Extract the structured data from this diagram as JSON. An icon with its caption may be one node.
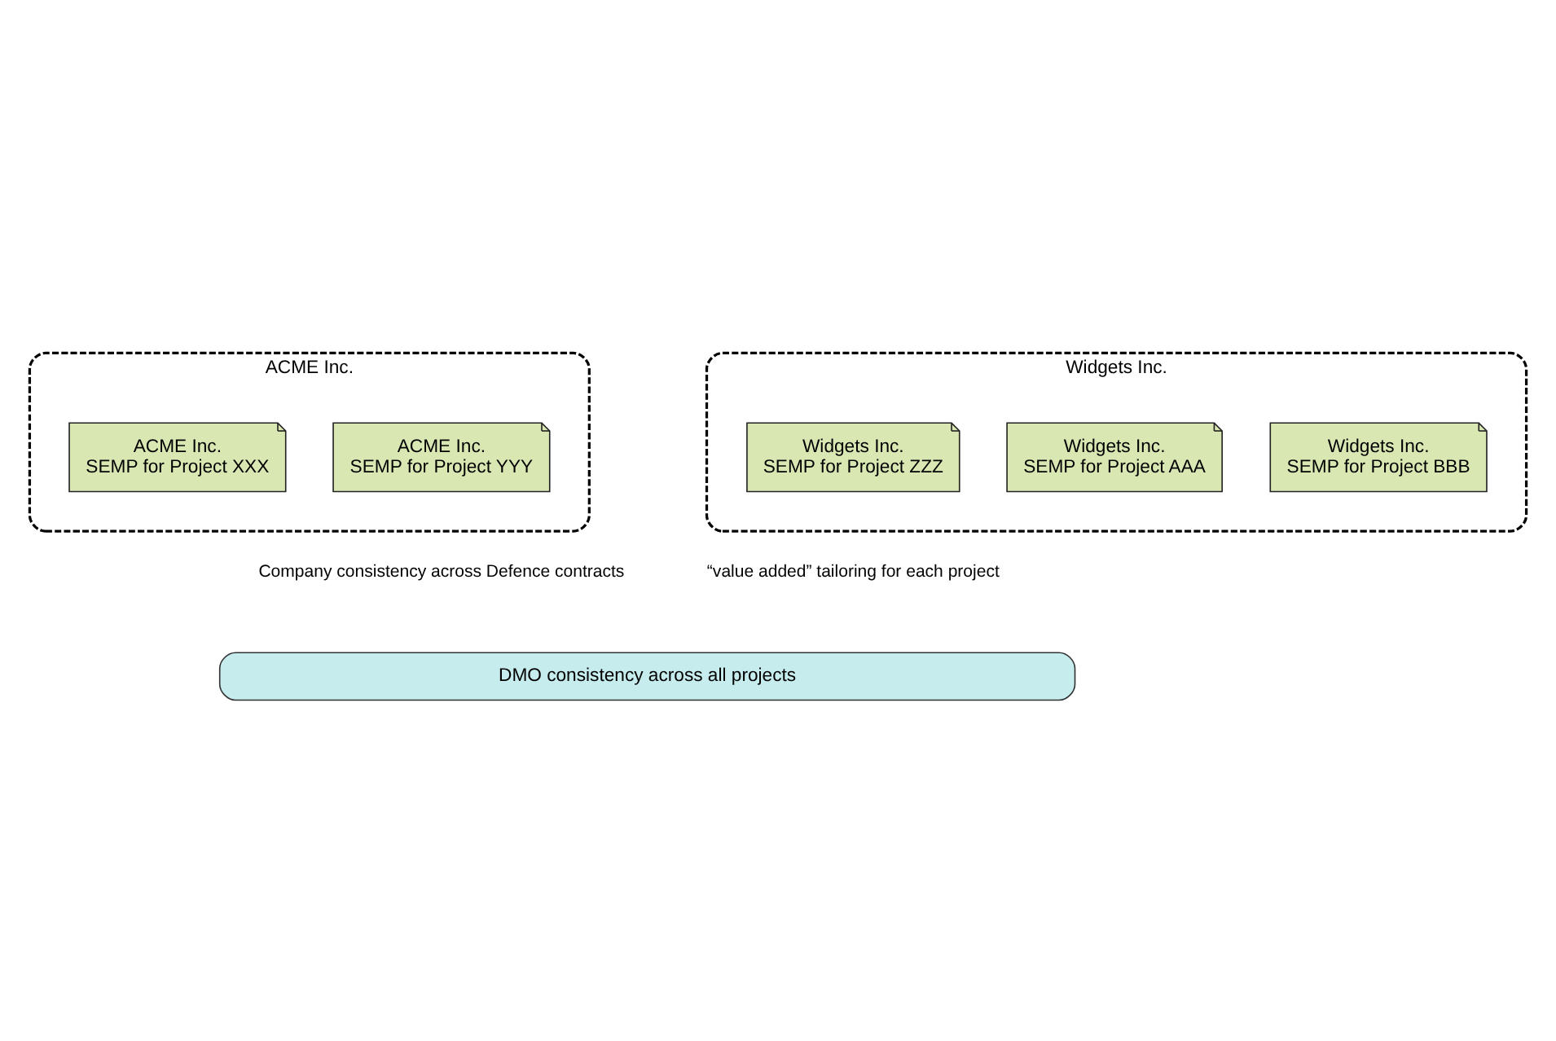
{
  "diagram": {
    "nodes": [
      {
        "text": [
          "ACME Inc."
        ]
      },
      {
        "text": [
          "ACME Inc.",
          "SEMP for Project YYY"
        ],
        "in": 0
      },
      {
        "text": [
          "ACME Inc.",
          "SEMP for Project XXX"
        ],
        "in": 0
      },
      {
        "text": [
          "Widgets Inc."
        ]
      },
      {
        "text": [
          "Widgets Inc.",
          "SEMP for Project BBB"
        ],
        "in": 3
      },
      {
        "text": [
          "Widgets Inc.",
          "SEMP for Project AAA"
        ],
        "in": 3
      },
      {
        "text": [
          "Widgets Inc.",
          "SEMP for Project ZZZ"
        ],
        "in": 3
      },
      {
        "text": [
          "DMO consistency across all projects"
        ]
      }
    ],
    "labels": [
      "Company consistency across Defence contracts",
      "“value added” tailoring for each project"
    ]
  }
}
